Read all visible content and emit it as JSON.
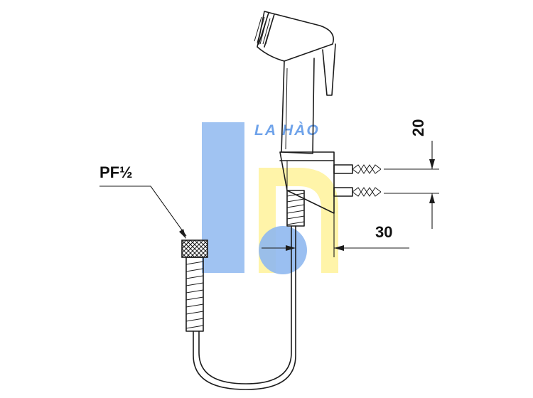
{
  "labels": {
    "thread": "PF½",
    "dim_vertical": "20",
    "dim_horizontal": "30"
  },
  "watermark": {
    "text": "LA HÀO"
  },
  "colors": {
    "line": "#1c1c1c",
    "watermark_blue": "#8fb8f0",
    "watermark_yellow": "#fff3a0",
    "watermark_text": "#6fa3ea"
  }
}
